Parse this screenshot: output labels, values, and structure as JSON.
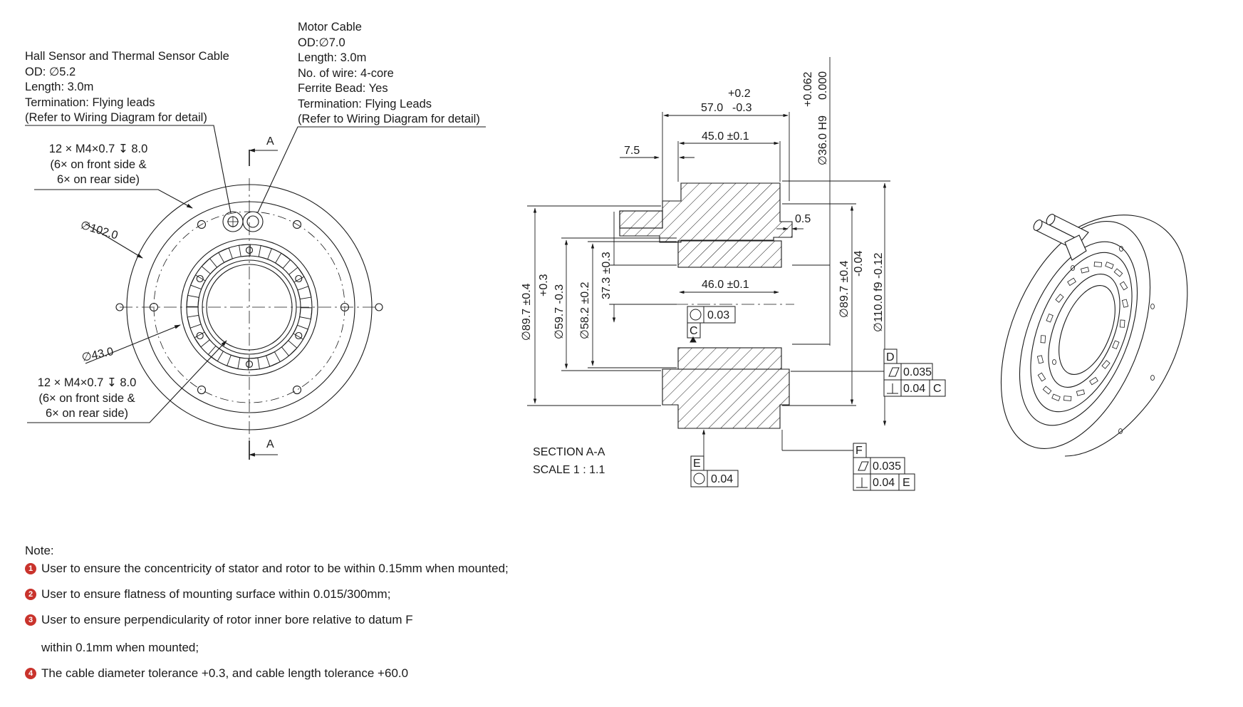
{
  "callouts": {
    "hall_cable": [
      "Hall Sensor and Thermal Sensor Cable",
      "OD: ∅5.2",
      "Length: 3.0m",
      "Termination: Flying leads",
      "(Refer to Wiring Diagram for detail)"
    ],
    "motor_cable": [
      "Motor Cable",
      "OD:∅7.0",
      "Length: 3.0m",
      "No. of wire: 4-core",
      "Ferrite Bead: Yes",
      "Termination: Flying Leads",
      "(Refer to Wiring Diagram for detail)"
    ],
    "holes_top": [
      "12 × M4×0.7 ↧ 8.0",
      "(6× on front side &",
      "6× on rear side)"
    ],
    "holes_bottom": [
      "12 × M4×0.7 ↧ 8.0",
      "(6× on front side &",
      "6× on rear side)"
    ]
  },
  "front_view": {
    "dia_outer": "∅102.0",
    "dia_inner": "∅43.0",
    "section_mark": "A"
  },
  "section": {
    "label": [
      "SECTION A-A",
      "SCALE 1 : 1.1"
    ],
    "dim_57": {
      "upper": "+0.2",
      "value": "57.0",
      "lower": "-0.3"
    },
    "dim_45": "45.0 ±0.1",
    "dim_7_5": "7.5",
    "dim_0_5": "0.5",
    "dim_46": "46.0 ±0.1",
    "dim_36": {
      "upper": "+0.062",
      "lower": "0.000",
      "value": "∅36.0  H9"
    },
    "left_dims": {
      "d89_7": "∅89.7 ±0.4",
      "d59_7_tol": "+0.3",
      "d59_7": "∅59.7  -0.3",
      "d58_2": "∅58.2 ±0.2",
      "d37_3": "37.3 ±0.3"
    },
    "right_dims": {
      "d89_7": "∅89.7 ±0.4",
      "d110_tol": "-0.04",
      "d110": "∅110.0  f9  -0.12"
    },
    "datums": {
      "c": "C",
      "d": "D",
      "e": "E",
      "f": "F"
    },
    "fcf": {
      "concentricity_c": "0.03",
      "flatness_d": "0.035",
      "perp_d": "0.04",
      "perp_d_ref": "C",
      "concentricity_e": "0.04",
      "flatness_f": "0.035",
      "perp_f": "0.04",
      "perp_f_ref": "E"
    }
  },
  "notes": {
    "title": "Note:",
    "items": [
      {
        "num": "1",
        "text": "User to ensure the concentricity of stator and rotor to be within 0.15mm when mounted;"
      },
      {
        "num": "2",
        "text": "User to ensure flatness of mounting surface within 0.015/300mm;"
      },
      {
        "num": "3",
        "text": "User to ensure perpendicularity of rotor inner bore relative to datum F"
      },
      {
        "num": "",
        "text": "within 0.1mm when mounted;"
      },
      {
        "num": "4",
        "text": "The cable diameter tolerance +0.3, and cable length tolerance +60.0"
      }
    ]
  },
  "colors": {
    "line": "#1a1a1a",
    "bullet": "#c9332c",
    "background": "#ffffff"
  }
}
